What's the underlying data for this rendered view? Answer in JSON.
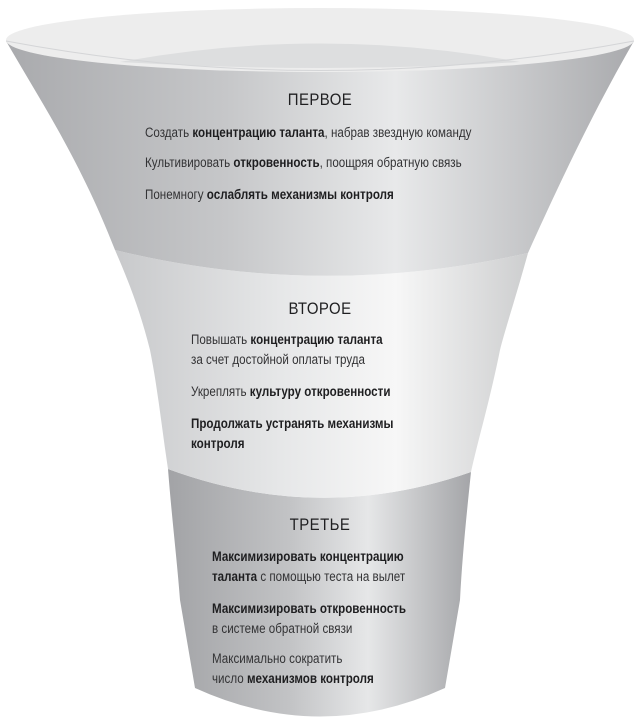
{
  "diagram": {
    "type": "funnel",
    "colors": {
      "band_top_dark": "#acadb0",
      "band_top_light": "#e6e7e8",
      "band_middle_dark": "#cfd0d2",
      "band_middle_light": "#f4f4f5",
      "band_bottom_dark": "#a3a4a7",
      "band_bottom_light": "#e4e5e6",
      "rim": "#ededed",
      "rim_inner": "#dedfe0",
      "text": "#1f1f21"
    },
    "stages": [
      {
        "title": "ПЕРВОЕ",
        "items": [
          [
            {
              "text": "Создать ",
              "bold": false
            },
            {
              "text": "концентрацию таланта",
              "bold": true
            },
            {
              "text": ", набрав звездную команду",
              "bold": false
            }
          ],
          [
            {
              "text": "Культивировать ",
              "bold": false
            },
            {
              "text": "откровенность",
              "bold": true
            },
            {
              "text": ", поощряя обратную связь",
              "bold": false
            }
          ],
          [
            {
              "text": "Понемногу ",
              "bold": false
            },
            {
              "text": "ослаблять механизмы контроля",
              "bold": true
            }
          ]
        ]
      },
      {
        "title": "ВТОРОЕ",
        "items": [
          [
            {
              "text": "Повышать ",
              "bold": false
            },
            {
              "text": "концентрацию таланта",
              "bold": true
            }
          ],
          [
            {
              "text": "за счет достойной оплаты труда",
              "bold": false
            }
          ],
          [
            {
              "text": "Укреплять ",
              "bold": false
            },
            {
              "text": "культуру откровенности",
              "bold": true
            }
          ],
          [
            {
              "text": "Продолжать устранять механизмы",
              "bold": true
            }
          ],
          [
            {
              "text": "контроля",
              "bold": true
            }
          ]
        ]
      },
      {
        "title": "ТРЕТЬЕ",
        "items": [
          [
            {
              "text": "Максимизировать концентрацию",
              "bold": true
            }
          ],
          [
            {
              "text": "таланта",
              "bold": true
            },
            {
              "text": " с помощью теста на вылет",
              "bold": false
            }
          ],
          [
            {
              "text": "Максимизировать откровенность",
              "bold": true
            }
          ],
          [
            {
              "text": "в системе обратной связи",
              "bold": false
            }
          ],
          [
            {
              "text": "Максимально сократить",
              "bold": false
            }
          ],
          [
            {
              "text": "число ",
              "bold": false
            },
            {
              "text": "механизмов контроля",
              "bold": true
            }
          ]
        ]
      }
    ]
  }
}
